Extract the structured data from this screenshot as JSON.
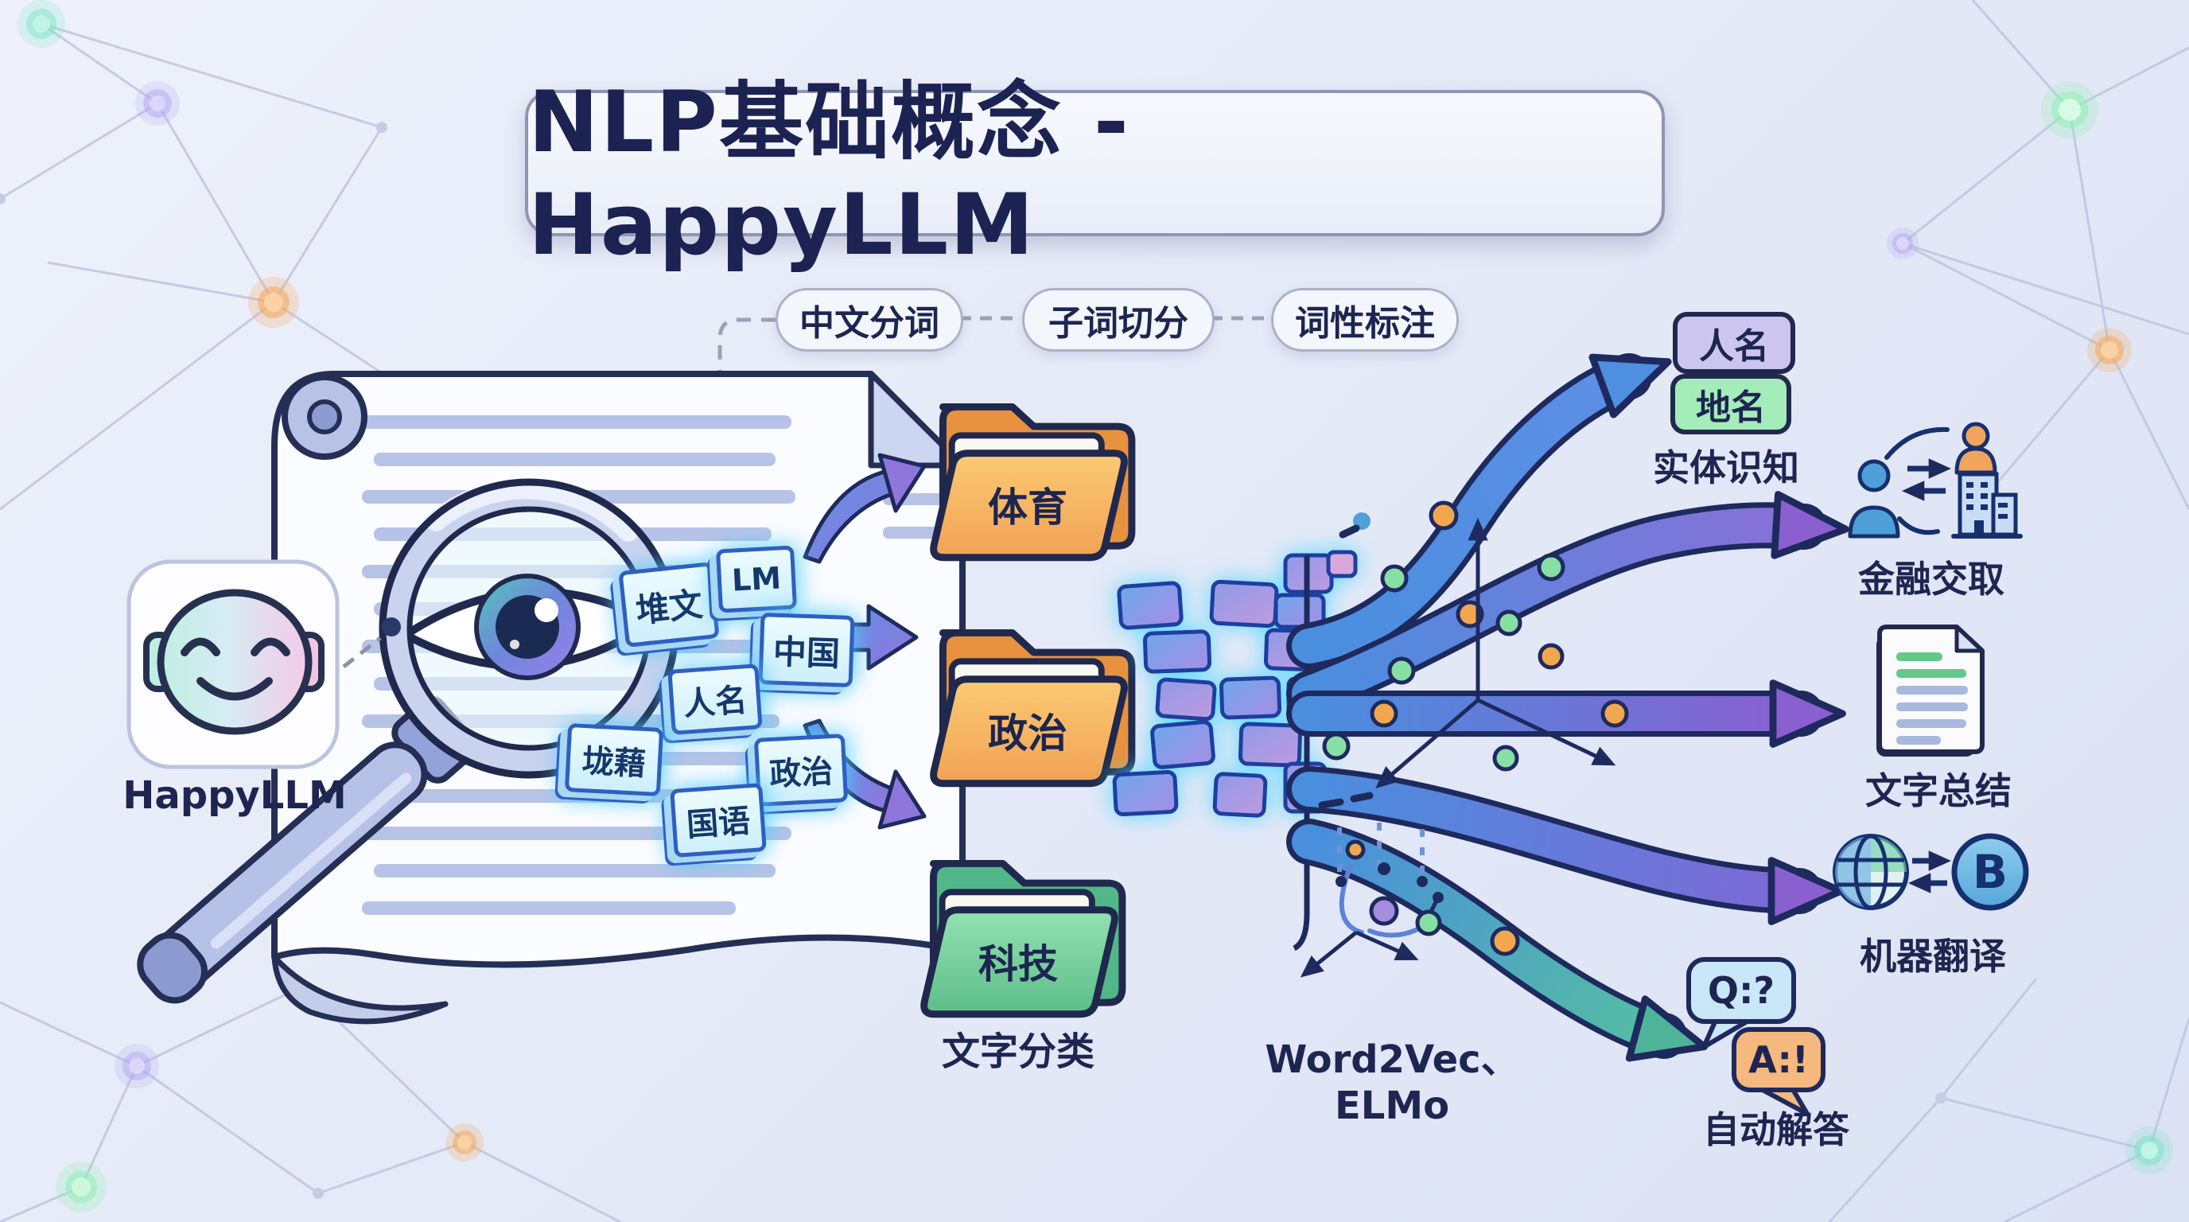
{
  "title": "NLP基础概念 - HappyLLM",
  "brand": {
    "name": "HappyLLM"
  },
  "pipeline": {
    "steps": [
      {
        "label": "中文分词"
      },
      {
        "label": "子词切分"
      },
      {
        "label": "词性标注"
      }
    ]
  },
  "tokens": {
    "items": [
      {
        "label": "堆文"
      },
      {
        "label": "LM"
      },
      {
        "label": "中国"
      },
      {
        "label": "人名"
      },
      {
        "label": "垅藉"
      },
      {
        "label": "政治"
      },
      {
        "label": "国语"
      }
    ]
  },
  "classification": {
    "caption": "文字分类",
    "folders": [
      {
        "label": "体育",
        "color": "orange"
      },
      {
        "label": "政治",
        "color": "orange"
      },
      {
        "label": "科技",
        "color": "green"
      }
    ]
  },
  "embedding": {
    "caption": "Word2Vec、ELMo"
  },
  "tasks": {
    "entity": {
      "caption": "实体识知",
      "badges": [
        {
          "label": "人名"
        },
        {
          "label": "地名"
        }
      ]
    },
    "extraction": {
      "caption": "金融交取"
    },
    "summary": {
      "caption": "文字总结"
    },
    "translation": {
      "caption": "机器翻译",
      "letter": "B"
    },
    "qa": {
      "caption": "自动解答",
      "question": "Q:?",
      "answer": "A:!"
    }
  },
  "colors": {
    "navy": "#1e2a5e",
    "ribbon_blue": "#4a8ede",
    "ribbon_purple": "#8a5fd0",
    "ribbon_teal": "#55bfa0",
    "folder_orange": "#f7b25c",
    "folder_green": "#74d19a",
    "token_border": "#2e5fc0",
    "badge_purple": "#cbc5f0",
    "badge_green": "#a4ecb9",
    "bubble_blue": "#c9e7f8",
    "bubble_orange": "#f5b87e"
  }
}
